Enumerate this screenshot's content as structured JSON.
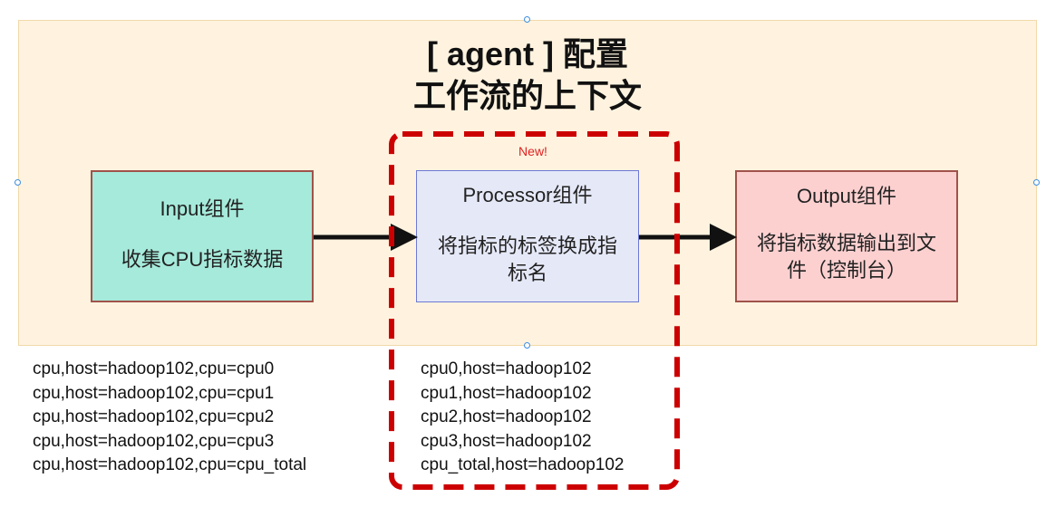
{
  "title": {
    "line1": "[ agent ] 配置",
    "line2": "工作流的上下文"
  },
  "new_badge": "New!",
  "components": {
    "input": {
      "name": "Input组件",
      "description": "收集CPU指标数据"
    },
    "processor": {
      "name": "Processor组件",
      "description_line1": "将指标的标签换成指",
      "description_line2": "标名"
    },
    "output": {
      "name": "Output组件",
      "description_line1": "将指标数据输出到文",
      "description_line2": "件（控制台）"
    }
  },
  "input_metrics": [
    "cpu,host=hadoop102,cpu=cpu0",
    "cpu,host=hadoop102,cpu=cpu1",
    "cpu,host=hadoop102,cpu=cpu2",
    "cpu,host=hadoop102,cpu=cpu3",
    "cpu,host=hadoop102,cpu=cpu_total"
  ],
  "processor_metrics": [
    "cpu0,host=hadoop102",
    "cpu1,host=hadoop102",
    "cpu2,host=hadoop102",
    "cpu3,host=hadoop102",
    "cpu_total,host=hadoop102"
  ],
  "colors": {
    "panel_background": "#fff3df",
    "input_fill": "#a6eadb",
    "processor_fill": "#e5e8f7",
    "output_fill": "#fdd0d0",
    "box_border": "#a0524a",
    "processor_border": "#6d79d6",
    "highlight_dash": "#cc0000",
    "arrow": "#111111",
    "selection_handle": "#3b8de0"
  }
}
